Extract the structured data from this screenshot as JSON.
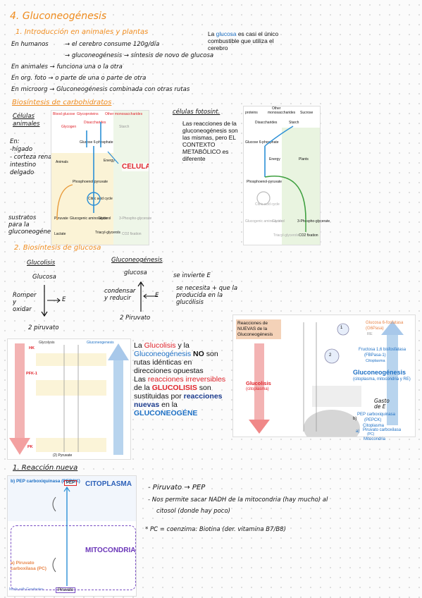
{
  "section": {
    "title": "4. Gluconeogénesis",
    "intro_heading": "1. Introducción en animales y plantas",
    "lines": [
      "En humanos",
      "→ el cerebro consume 120g/día",
      "→ gluconeogénesis → síntesis de novo de glucosa",
      "En animales → funciona una o la otra",
      "En org. foto → o parte de una o parte de otra",
      "En microorg → Gluconeogénesis combinada con otras rutas"
    ],
    "note_glucosa": {
      "pre": "La ",
      "highlight": "glucosa",
      "post": " es casi el único combustible que utiliza el cerebro"
    }
  },
  "biosintesis": {
    "heading": "Biosíntesis de carbohidratos",
    "celulas_animales": "Células animales",
    "en": "En:",
    "organs": [
      "-hígado",
      "- corteza renal e",
      "intestino",
      "delgado"
    ],
    "sustratos": "sustratos para la gluconeogénesis",
    "celulas_foto": "células fotosint.",
    "reacciones_text": "Las reacciones de la gluconeogénesis son las mismas, pero EL CONTEXTO METABÓLICO es diferente",
    "animal_diagram": {
      "labels": [
        "Blood glucose",
        "Glycoproteins",
        "Disaccharides",
        "Other monosaccharides",
        "Glycogen",
        "Starch",
        "Glucose 6-phosphate",
        "Energy",
        "Animals",
        "Phosphoenol-pyruvate",
        "Citric acid cycle",
        "Pyruvate",
        "Lactate",
        "Glucogenic amino acids",
        "Glycerol",
        "Triacyl-glycerols",
        "3-Phospho-glycerate",
        "CO2 fixation"
      ],
      "overlay": "CÉLULAS ANIMALES"
    },
    "plant_diagram": {
      "labels": [
        "Other",
        "proteins",
        "monosaccharides",
        "Sucrose",
        "Disaccharides",
        "Starch",
        "Glucose 6-phosphate",
        "Energy",
        "Plants",
        "Phosphoenol-pyruvate",
        "Citric acid cycle",
        "Glucogenic amino acids",
        "Glycerol",
        "Triacyl-glycerols",
        "3-Phospho-glycerate",
        "CO2 fixation"
      ]
    }
  },
  "biosintesis_glucosa": {
    "heading": "2. Biosíntesis de glucosa",
    "glucolisis": "Glucolisis",
    "gluconeo": "Gluconeogénesis",
    "glucosa_left": "Glucosa",
    "glucosa_right": "glucosa",
    "romper": "Romper y oxidar",
    "e_left": "E",
    "piruvato_left": "2 piruvato",
    "condensar": "condensar y reducir",
    "e_right": "E",
    "piruvato_right": "2 Piruvato",
    "se_invierte": "se invierte E",
    "se_necesita": "se necesita + que la producida en la glucólisis"
  },
  "pathway_left": {
    "glycolysis": "Glycolysis",
    "gluconeo": "Gluconeogenesis",
    "hk": "HK",
    "pfk": "PFK-1",
    "pk": "PK",
    "pyruvate": "(2) Pyruvate"
  },
  "text_block": {
    "t1": "La ",
    "glucolisis": "Glucolisis",
    "t2": " y la ",
    "gluconeo": "Gluconeogénesis",
    "t3": " NO",
    "t4": " son rutas idénticas en direcciones opuestas",
    "t5": "Las ",
    "reacciones": "reacciones irreversibles",
    "t6": " de la ",
    "glucolisis_caps": "GLUCOLISIS",
    "t7": " son sustituidas por ",
    "reacciones_nuevas": "reacciones nuevas",
    "t8": " en la ",
    "gluconeo_caps": "GLUCONEOGÉNE"
  },
  "pathway_right": {
    "reacciones_nuevas": "Reacciones de NUEVAS de la Gluconeogénesis",
    "g6p": "Glucosa 6-fosfatasa",
    "g6pase": "(G6Pasa)",
    "re": "RE",
    "fbpasa": "Fructosa 1,6 bisfosfatasa",
    "fbpasa_abbr": "(FBPasa-1)",
    "citoplasma": "Citoplasma",
    "gluconeo_title": "Gluconeogénesis",
    "gluconeo_loc": "(citoplasma, mitocondria y RE)",
    "glucolisis": "Glucolisis",
    "glucolisis_loc": "(citoplasma)",
    "pepck": "PEP carboxiquinasa",
    "pepck_abbr": "(PEPCK)",
    "pepck_loc": "Citoplasma",
    "pc": "Piruvato carboxilasa",
    "pc_abbr": "(PC)",
    "pc_loc": "Mitocondria",
    "gasto": "Gasto de E",
    "marker_1": "1",
    "marker_2": "2",
    "marker_b": "b)",
    "marker_a": "a)"
  },
  "reaccion_nueva": {
    "heading": "1. Reacción nueva",
    "pepck": "b) PEP carboxiquinasa (PEPCK)",
    "citoplasma": "CITOPLASMA",
    "mitocondria": "MITOCONDRIA",
    "pc": "a) Piruvato carboxilasa (PC)",
    "pep": "PEP",
    "piruvato": "Piruvato",
    "made_with": "Made with Goodnotes",
    "notes": [
      "- Piruvato → PEP",
      "- Nos permite sacar NADH de la mitocondria (hay mucho) al",
      "citosol (donde hay poco)",
      "* PC = coenzima: Biotina (der. vitamina B7/B8)"
    ]
  }
}
